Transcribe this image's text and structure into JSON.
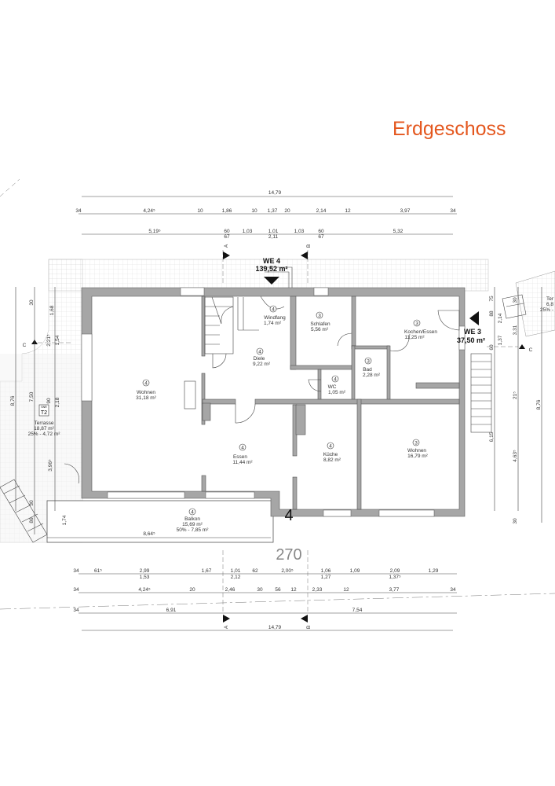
{
  "title": "Erdgeschoss",
  "units": [
    {
      "name": "WE 4",
      "area": "139,52 m²"
    },
    {
      "name": "WE 3",
      "area": "37,50 m²"
    }
  ],
  "rooms": [
    {
      "num": "4",
      "name": "Windfang",
      "area": "1,74 m²"
    },
    {
      "num": "4",
      "name": "Diele",
      "area": "9,22 m²"
    },
    {
      "num": "4",
      "name": "Wohnen",
      "area": "31,18 m²"
    },
    {
      "num": "4",
      "name": "Essen",
      "area": "11,44 m²"
    },
    {
      "num": "4",
      "name": "Küche",
      "area": "8,82 m²"
    },
    {
      "num": "4",
      "name": "WC",
      "area": "1,05 m²"
    },
    {
      "num": "3",
      "name": "Schlafen",
      "area": "5,56 m²"
    },
    {
      "num": "3",
      "name": "Bad",
      "area": "2,28 m²"
    },
    {
      "num": "3",
      "name": "Kochen/Essen",
      "area": "11,25 m²"
    },
    {
      "num": "3",
      "name": "Wohnen",
      "area": "16,79 m²"
    },
    {
      "num": "4",
      "name": "Balkon",
      "area": "15,69 m²",
      "share": "50% - 7,85 m²"
    }
  ],
  "terrace_left": {
    "tag": "SNR",
    "id": "T2",
    "name": "Terrasse",
    "area": "18,87 m²",
    "share": "25% - 4,72 m²"
  },
  "terrace_right": {
    "name": "Ter",
    "area": "6,8",
    "share": "25% -"
  },
  "sections": {
    "a": "A",
    "b": "B",
    "c": "C"
  },
  "floor_number": "4",
  "floor_code": "270",
  "dims": {
    "top1": [
      "14,79"
    ],
    "top2": [
      "34",
      "4,24⁵",
      "10",
      "1,86",
      "10",
      "1,37",
      "20",
      "2,14",
      "12",
      "3,97",
      "34"
    ],
    "top3": [
      "5,19⁵",
      "60",
      "67",
      "1,03",
      "1,01",
      "2,11",
      "1,03",
      "60",
      "67",
      "5,32"
    ],
    "bot1": [
      "34",
      "61⁵",
      "2,99",
      "1,53",
      "1,67",
      "1,01",
      "2,12",
      "62",
      "2,00⁵",
      "1,06",
      "1,27",
      "1,09",
      "2,09",
      "1,37⁵",
      "1,29"
    ],
    "bot2": [
      "34",
      "4,24⁵",
      "20",
      "2,46",
      "30",
      "56",
      "12",
      "2,33",
      "12",
      "3,77",
      "34"
    ],
    "bot3": [
      "34",
      "6,91",
      "7,54"
    ],
    "bot4": [
      "14,79"
    ],
    "left": [
      "8,76",
      "7,50",
      "30",
      "1,68",
      "2,21⁵",
      "1,54",
      "90",
      "2,18",
      "3,96⁵",
      "30",
      "86",
      "1,74",
      "8,64⁵"
    ],
    "right": [
      "75",
      "88",
      "2,14",
      "1,37",
      "60",
      "30",
      "3,31",
      "21⁵",
      "8,76",
      "6,15",
      "4,63⁵",
      "30"
    ]
  }
}
